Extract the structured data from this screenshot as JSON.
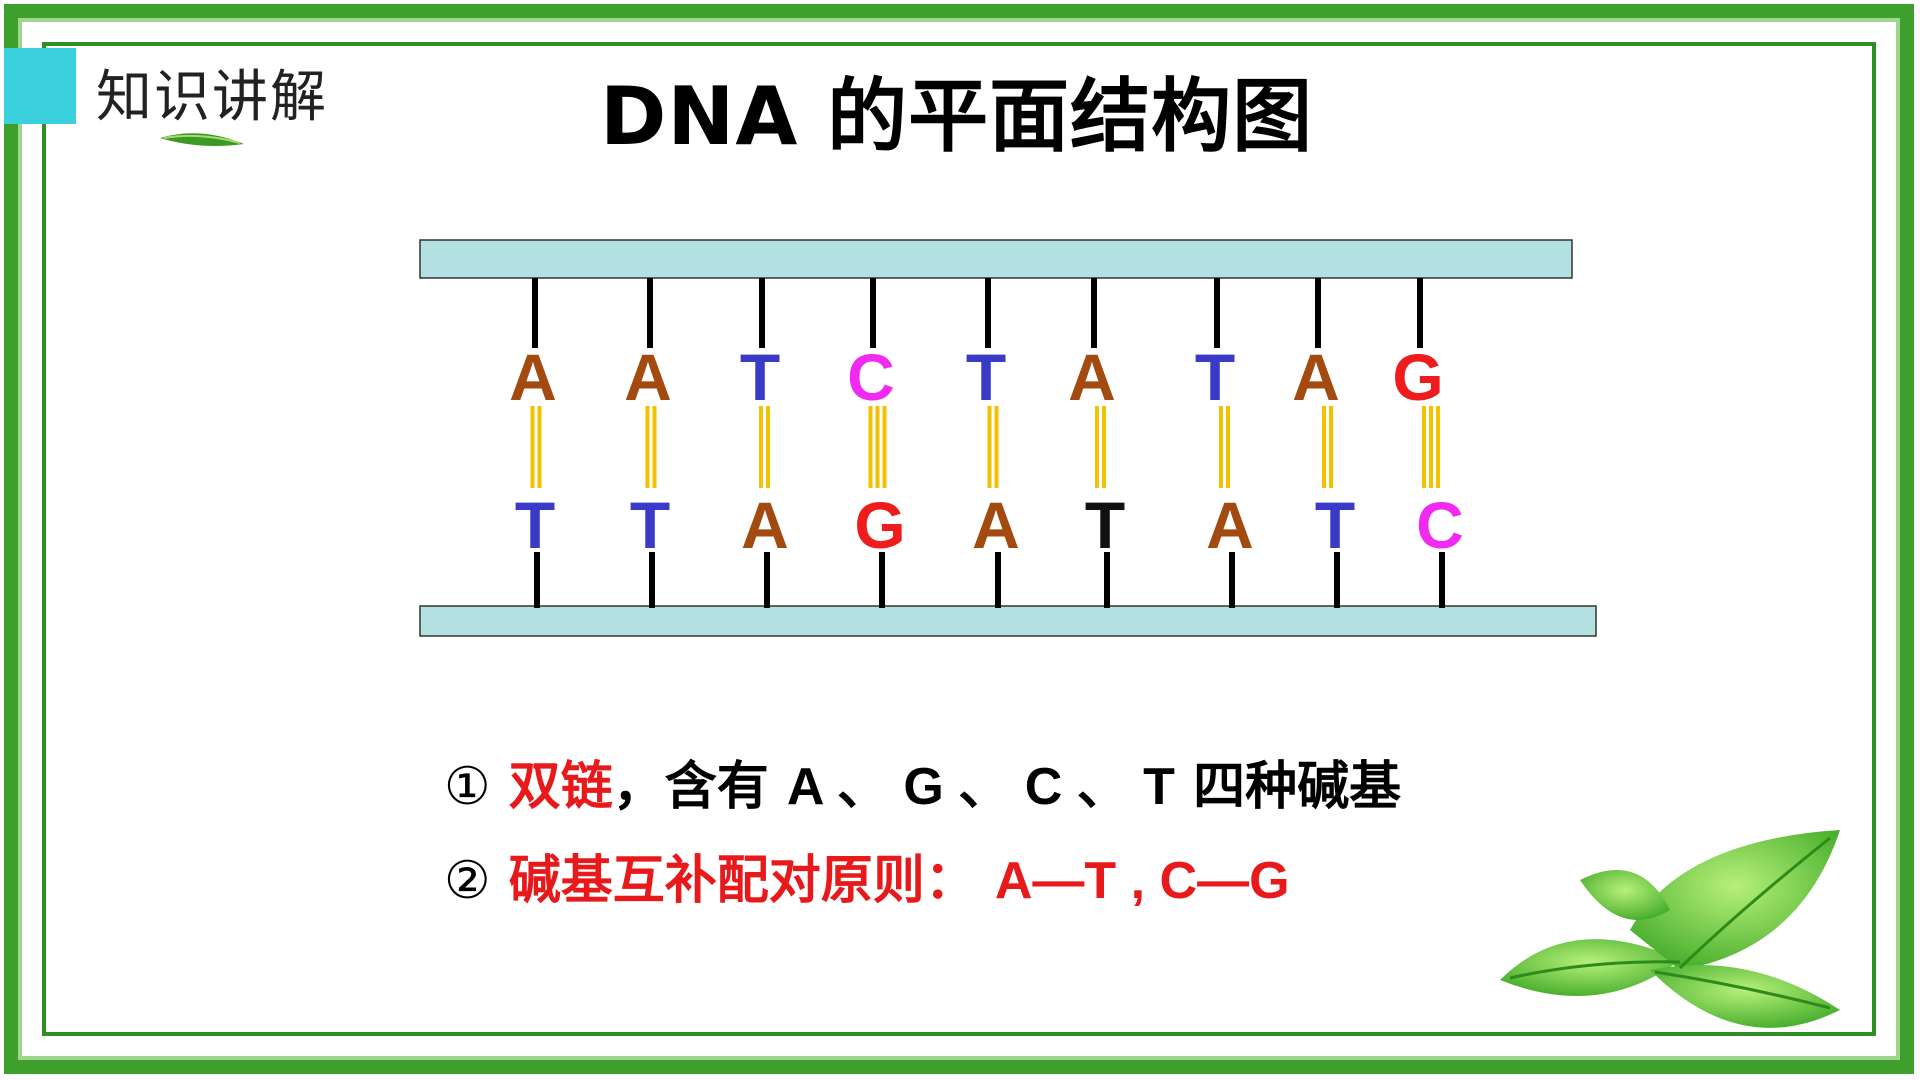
{
  "header": {
    "section_label": "知识讲解",
    "title": "DNA 的平面结构图"
  },
  "diagram": {
    "top_strand": [
      "A",
      "A",
      "T",
      "C",
      "T",
      "A",
      "T",
      "A",
      "G"
    ],
    "bottom_strand": [
      "T",
      "T",
      "A",
      "G",
      "A",
      "T",
      "A",
      "T",
      "C"
    ],
    "bonds": [
      2,
      2,
      2,
      3,
      2,
      2,
      2,
      2,
      3
    ],
    "colors": {
      "A": "#a34a10",
      "T": "#3a3ac8",
      "C": "#f02af0",
      "G": "#ee1c1c",
      "T_variant": "#111111",
      "strand": "#b3e0e0",
      "bond": "#f2c200"
    },
    "black_letters": [
      [
        1,
        5
      ]
    ]
  },
  "notes": {
    "line1": {
      "marker": "①",
      "highlight": "双链",
      "text_a": "，含有",
      "text_b": "A 、 G 、 C 、 T",
      "text_c": "四种碱基"
    },
    "line2": {
      "marker": "②",
      "highlight": "碱基互补配对原则：",
      "pairs": "A—T , C—G"
    }
  }
}
